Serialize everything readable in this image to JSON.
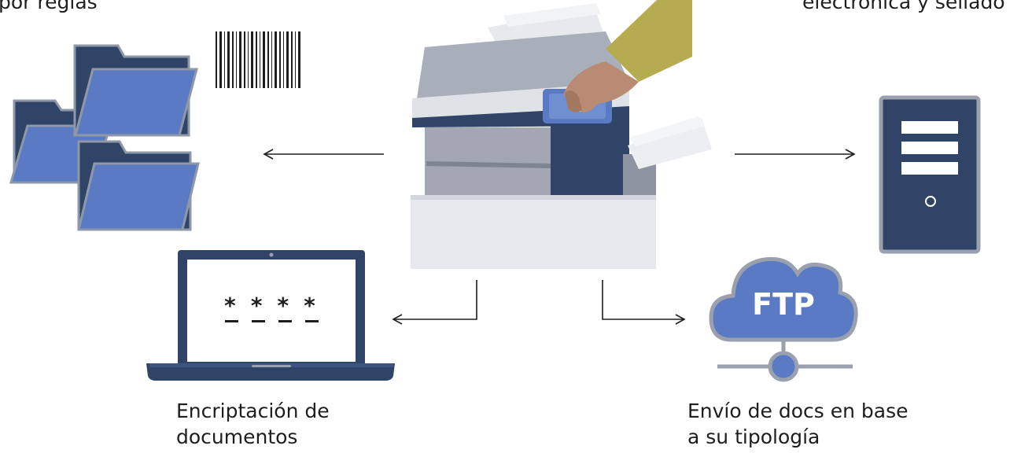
{
  "captions": {
    "top_left": "por reglas",
    "top_right": "electrónica y sellado",
    "bottom_left": [
      "Encriptación de",
      "documentos"
    ],
    "bottom_right": [
      "Envío de docs en base",
      "a su tipología"
    ]
  },
  "icons": {
    "folders": "folders-icon",
    "barcode": "barcode-icon",
    "printer": "multifunction-printer-icon",
    "server": "server-tower-icon",
    "laptop": "laptop-icon",
    "cloud": "ftp-cloud-icon"
  },
  "laptop_screen_text": "* * * *",
  "cloud_label": "FTP",
  "colors": {
    "navy": "#2f4466",
    "blue": "#5a7bc4",
    "light_blue": "#6f8fd0",
    "gray": "#9aa0ae",
    "light_gray": "#e6e8ec",
    "sleeve": "#b5ab4f",
    "text": "#1e1e1e"
  }
}
